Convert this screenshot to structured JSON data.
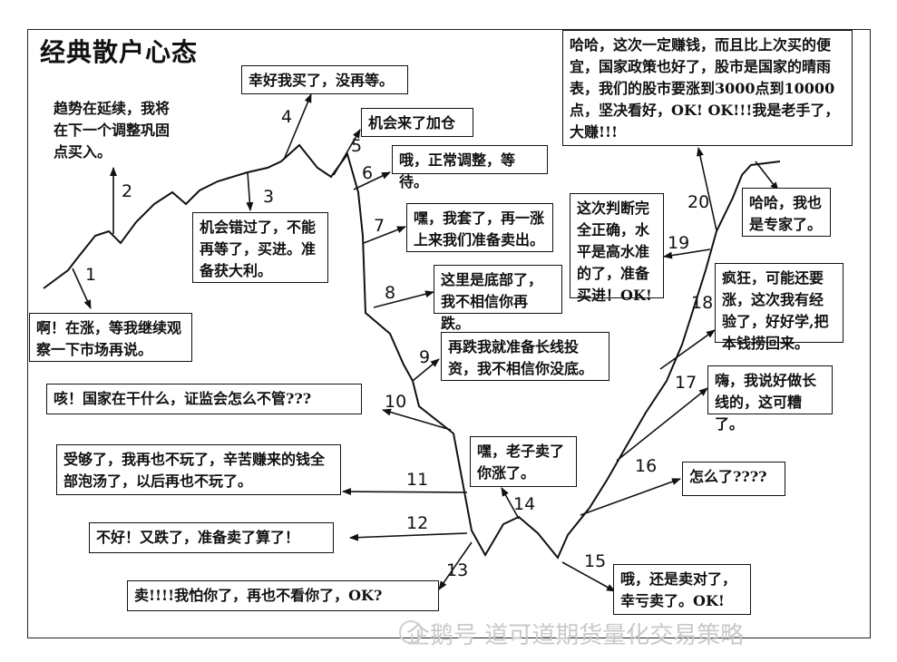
{
  "title": "经典散户心态",
  "boxes": {
    "b1": "啊！在涨，等我继续观察一下市场再说。",
    "b2": "趋势在延续，我将在下一个调整巩固点买入。",
    "b3": "机会错过了，不能再等了，买进。准备获大利。",
    "b4": "幸好我买了，没再等。",
    "b5": "机会来了加仓",
    "b6": "哦，正常调整，等待。",
    "b7": "嘿，我套了，再一涨上来我们准备卖出。",
    "b8": "这里是底部了，我不相信你再跌。",
    "b9": "再跌我就准备长线投资，我不相信你没底。",
    "b10": "咳！国家在干什么，证监会怎么不管???",
    "b11": "受够了，我再也不玩了，辛苦赚来的钱全部泡汤了，以后再也不玩了。",
    "b12": "不好！又跌了，准备卖了算了！",
    "b13": "卖!!!!我怕你了，再也不看你了，OK?",
    "b14": "嘿，老子卖了你涨了。",
    "b15": "哦，还是卖对了，幸亏卖了。OK!",
    "b16": "怎么了????",
    "b17": "嗨，我说好做长线的，这可糟了。",
    "b18": "疯狂，可能还要涨，这次我有经验了，好好学,把本钱捞回来。",
    "b19": "这次判断完全正确，水平是高水准的了，准备买进！OK!",
    "b20": "哈哈，我也是专家了。",
    "btop": "哈哈，这次一定赚钱，而且比上次买的便宜，国家政策也好了，股市是国家的晴雨表，我们的股市要涨到3000点到10000点，坚决看好，OK! OK!!!我是老手了，大赚!!!"
  },
  "numbers": [
    "1",
    "2",
    "3",
    "4",
    "5",
    "6",
    "7",
    "8",
    "9",
    "10",
    "11",
    "12",
    "13",
    "14",
    "15",
    "16",
    "17",
    "18",
    "19",
    "20"
  ],
  "watermark": "企鹅号 道可道期货量化交易策略",
  "colors": {
    "line": "#111111",
    "watermark": "#c9c9c9"
  }
}
